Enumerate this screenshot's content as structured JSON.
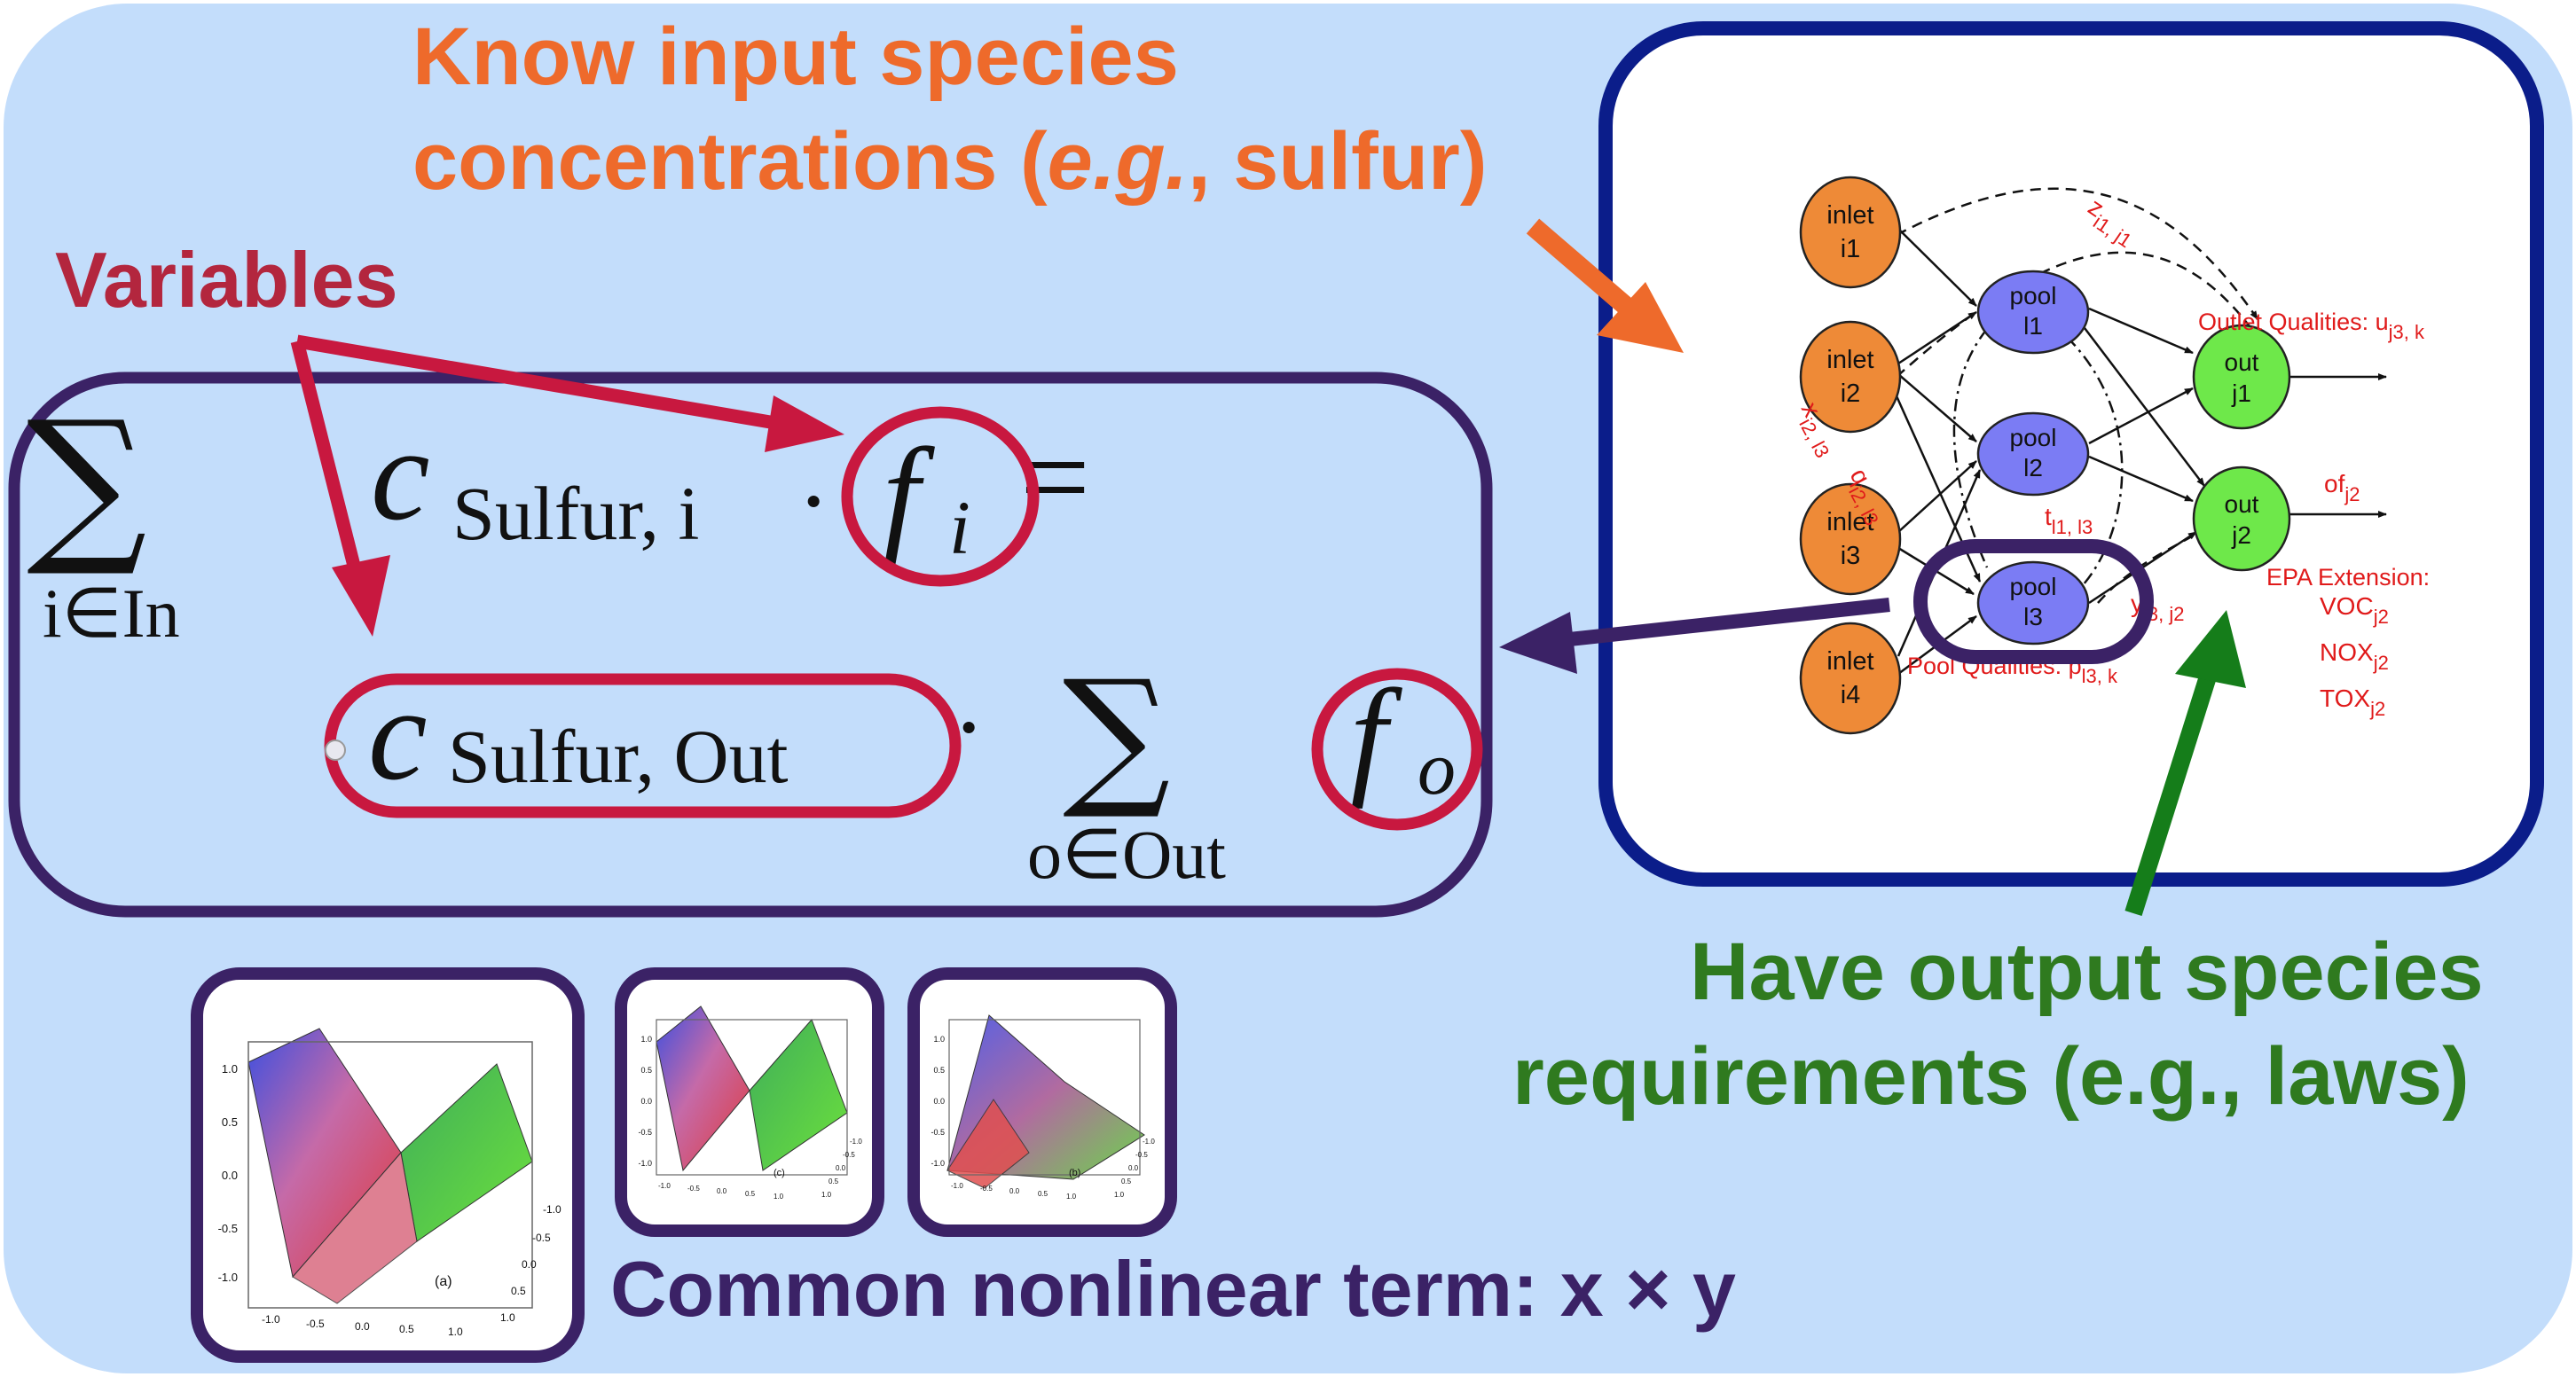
{
  "annotations": {
    "know_input_line1": "Know input species",
    "know_input_line2_pre": "concentrations (",
    "know_input_line2_em": "e.g.",
    "know_input_line2_post": ", sulfur)",
    "variables": "Variables",
    "have_output_line1": "Have output species",
    "have_output_line2": "requirements (e.g., laws)",
    "common_term": "Common nonlinear term: x × y"
  },
  "equation": {
    "sum_symbol": "∑",
    "sum_in_sub": "i∈In",
    "c_in_main": "c",
    "c_in_sub": "Sulfur, i",
    "dot": "·",
    "f_main": "f",
    "f_sub": "i",
    "equals": "=",
    "c_out_main": "c",
    "c_out_sub": "Sulfur, Out",
    "sum_out_sub": "o∈Out",
    "f_out_main": "f",
    "f_out_sub": "o"
  },
  "network": {
    "inlets": [
      {
        "line1": "inlet",
        "line2": "i1"
      },
      {
        "line1": "inlet",
        "line2": "i2"
      },
      {
        "line1": "inlet",
        "line2": "i3"
      },
      {
        "line1": "inlet",
        "line2": "i4"
      }
    ],
    "pools": [
      {
        "line1": "pool",
        "line2": "l1"
      },
      {
        "line1": "pool",
        "line2": "l2"
      },
      {
        "line1": "pool",
        "line2": "l3"
      }
    ],
    "outs": [
      {
        "line1": "out",
        "line2": "j1"
      },
      {
        "line1": "out",
        "line2": "j2"
      }
    ],
    "z_label": "z",
    "z_sub": "i1, j1",
    "x_label": "x",
    "x_sub": "i2, l3",
    "q_label": "q",
    "q_sub": "i2, l3",
    "t_label": "t",
    "t_sub": "l1, l3",
    "y_label": "y",
    "y_sub": "l3, j2",
    "outlet_qualities_text": "Outlet Qualities: u",
    "outlet_qualities_sub": "j3, k",
    "of_label": "of",
    "of_sub": "j2",
    "pool_qualities_text": "Pool Qualities: p",
    "pool_qualities_sub": "l3, k",
    "epa_title": "EPA Extension:",
    "voc": "VOC",
    "voc_sub": "j2",
    "nox": "NOX",
    "nox_sub": "j2",
    "tox": "TOX",
    "tox_sub": "j2"
  },
  "surface_plots": [
    {
      "caption": "(a)",
      "z_ticks": [
        "1.0",
        "0.5",
        "0.0",
        "-0.5",
        "-1.0"
      ],
      "x_ticks": [
        "-1.0",
        "-0.5",
        "0.0",
        "0.5",
        "1.0"
      ],
      "y_ticks": [
        "-1.0",
        "-0.5",
        "0.0",
        "0.5",
        "1.0"
      ]
    },
    {
      "caption": "(c)",
      "z_ticks": [
        "1.0",
        "0.5",
        "0.0",
        "-0.5",
        "-1.0"
      ],
      "x_ticks": [
        "-1.0",
        "-0.5",
        "0.0",
        "0.5",
        "1.0"
      ],
      "y_ticks": [
        "-1.0",
        "-0.5",
        "0.0",
        "0.5",
        "1.0"
      ]
    },
    {
      "caption": "(b)",
      "z_ticks": [
        "1.0",
        "0.5",
        "0.0",
        "-0.5",
        "-1.0"
      ],
      "x_ticks": [
        "-1.0",
        "-0.5",
        "0.0",
        "0.5",
        "1.0"
      ],
      "y_ticks": [
        "-1.0",
        "-0.5",
        "0.0",
        "0.5",
        "1.0"
      ]
    }
  ],
  "colors": {
    "background_panel": "#c3ddfb",
    "orange": "#ee6a2b",
    "red": "#c8183f",
    "dark_red_text": "#b3263e",
    "green": "#2f7a1f",
    "green_arrow": "#157d1a",
    "purple": "#3b2266",
    "navy": "#0b1d8a",
    "inlet_fill": "#ee8a37",
    "pool_fill": "#7b7cf4",
    "out_fill": "#6ee84a",
    "network_red": "#e01a1a"
  }
}
